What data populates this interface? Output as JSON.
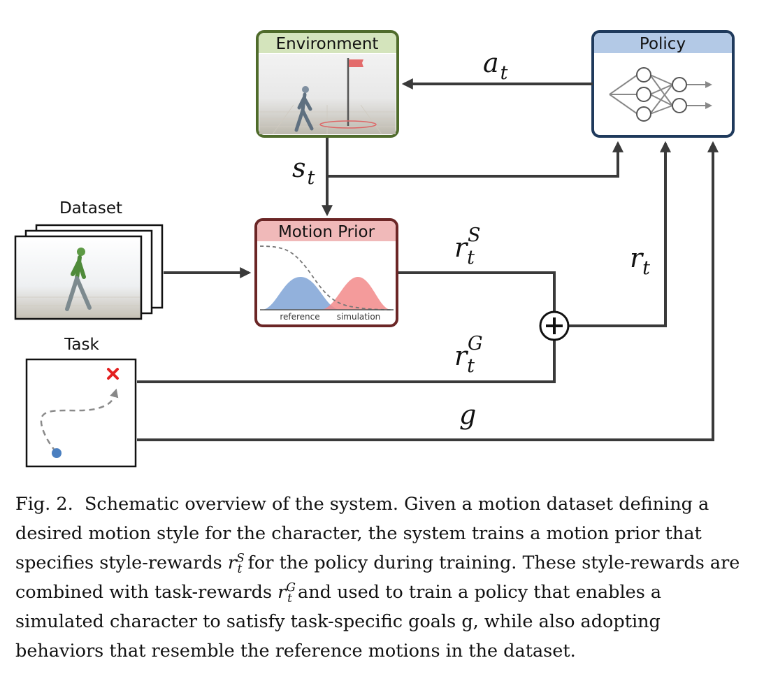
{
  "nodes": {
    "environment": "Environment",
    "policy": "Policy",
    "motion_prior": "Motion Prior",
    "dataset": "Dataset",
    "task": "Task"
  },
  "motion_prior_labels": {
    "reference": "reference",
    "simulation": "simulation"
  },
  "edge_labels": {
    "action": "a",
    "action_sub": "t",
    "state": "s",
    "state_sub": "t",
    "style_reward": "r",
    "style_reward_sub": "t",
    "style_reward_sup": "S",
    "reward": "r",
    "reward_sub": "t",
    "task_reward": "r",
    "task_reward_sub": "t",
    "task_reward_sup": "G",
    "goal": "g",
    "sum": "+"
  },
  "caption": {
    "label": "Fig. 2.",
    "part1": "Schematic overview of the system. Given a motion dataset defining a desired motion style for the character, the system trains a motion prior that specifies style-rewards ",
    "m1": "r",
    "m1_sub": "t",
    "m1_sup": "S",
    "part2": " for the policy during training. These style-rewards are combined with task-rewards ",
    "m2": "r",
    "m2_sub": "t",
    "m2_sup": "G",
    "part3": " and used to train a policy that enables a simulated character to satisfy task-specific goals g, while also adopting behaviors that resemble the reference motions in the dataset."
  },
  "colors": {
    "environment_border": "#4f6b2b",
    "environment_header": "#d4e4bc",
    "policy_border": "#1f3a5c",
    "policy_header": "#b3c9e6",
    "motion_prior_border": "#6b2626",
    "motion_prior_header": "#f0b9b9",
    "reference_curve": "#7fa3d6",
    "simulation_curve": "#f28a8a",
    "arrow": "#3a3a3a"
  }
}
